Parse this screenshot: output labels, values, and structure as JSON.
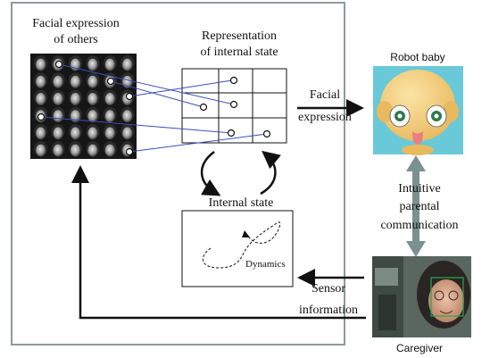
{
  "labels": {
    "faces_title": [
      "Facial expression",
      "of others"
    ],
    "rep_title": [
      "Representation",
      "of internal state"
    ],
    "robot_title": "Robot baby",
    "facial_expr": [
      "Facial",
      "expression"
    ],
    "internal_state": "Internal state",
    "dynamics": "Dynamics",
    "intuitive": [
      "Intuitive",
      "parental",
      "communication"
    ],
    "sensor": [
      "Sensor",
      "information"
    ],
    "caregiver": "Caregiver"
  },
  "colors": {
    "frame": "#8c9a9a",
    "mapping_line": "#3a4fb8",
    "robot_bg": "#69c9d8",
    "robot_face": "#f0cf7a",
    "robot_eye_iris": "#2f7a4a",
    "robot_tongue": "#ea7e80",
    "comm_arrow": "#7b9090",
    "caregiver_bg": "#5a6660",
    "caregiver_face": "#d8a48a",
    "caregiver_box": "#27a84a",
    "face_dark": "#2b2b2b",
    "face_light": "#c9c9c9"
  },
  "icons": {
    "face_grid": "face-thumbnail-grid",
    "robot": "robot-baby-face",
    "caregiver": "caregiver-photo"
  }
}
